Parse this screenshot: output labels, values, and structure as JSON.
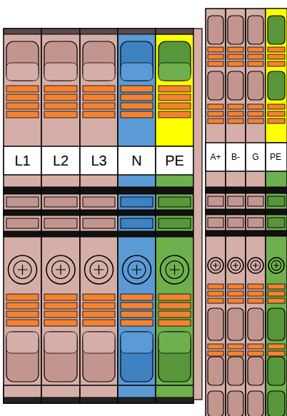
{
  "diagram": {
    "labels": [
      "L1",
      "L2",
      "L3",
      "N",
      "PE",
      "A+",
      "B-",
      "G",
      "PE"
    ]
  }
}
